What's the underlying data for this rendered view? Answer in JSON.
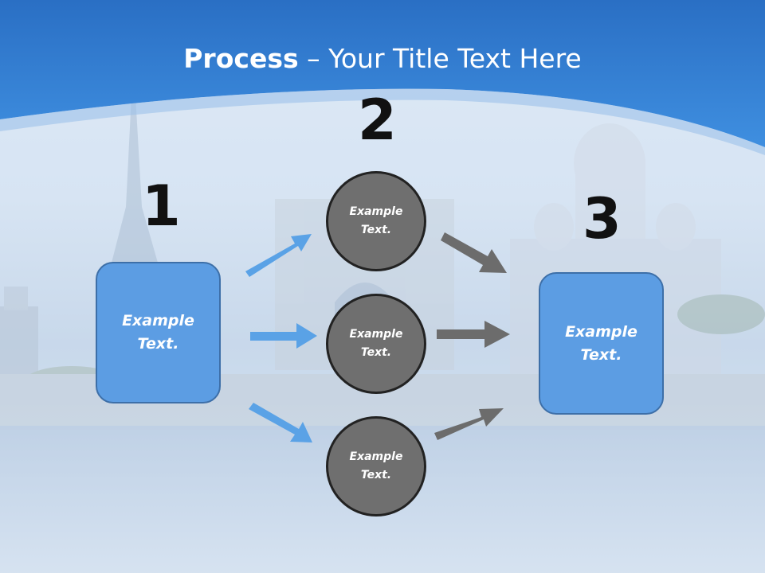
{
  "slide": {
    "title_bold": "Process",
    "title_rest": " – Your Title Text Here",
    "step_numbers": [
      "1",
      "2",
      "3"
    ],
    "left_box_text": "Example\nText.",
    "right_box_text": "Example\nText.",
    "circles": [
      {
        "text": "Example\nText."
      },
      {
        "text": "Example\nText."
      },
      {
        "text": "Example\nText."
      }
    ]
  },
  "colors": {
    "header_blue": "#2f7fd6",
    "box_fill": "#5c9de3",
    "circle_fill": "#6f6f6f",
    "arrow_blue": "#5aa2e6",
    "arrow_gray": "#6c6c6c"
  }
}
